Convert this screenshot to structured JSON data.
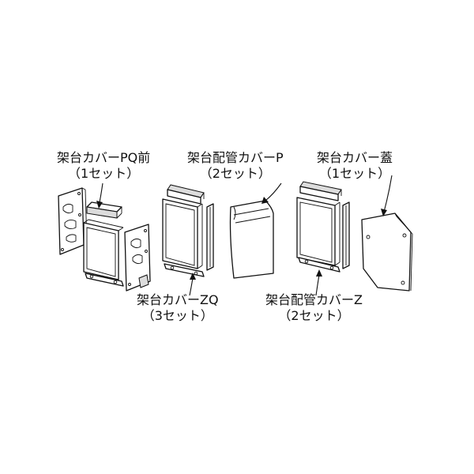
{
  "labels": {
    "pq_front": {
      "name": "架台カバーPQ前",
      "qty": "（1セット）"
    },
    "pipe_cover_p": {
      "name": "架台配管カバーP",
      "qty": "（2セット）"
    },
    "lid_cover": {
      "name": "架台カバー蓋",
      "qty": "（1セット）"
    },
    "cover_zq": {
      "name": "架台カバーZQ",
      "qty": "（3セット）"
    },
    "pipe_cover_z": {
      "name": "架台配管カバーZ",
      "qty": "（2セット）"
    }
  }
}
